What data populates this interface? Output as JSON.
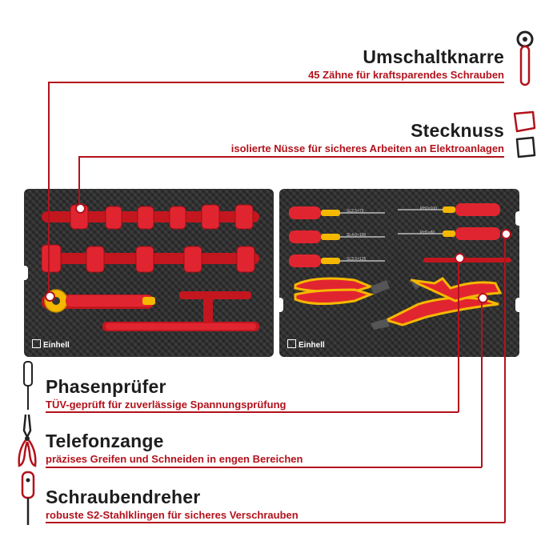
{
  "brand": "Einhell",
  "colors": {
    "accent": "#b3121c",
    "tray": "#2b2b2b",
    "insulation_red": "#d5202a",
    "insulation_yellow": "#f5b800"
  },
  "features": {
    "ratchet": {
      "title": "Umschaltknarre",
      "subtitle": "45 Zähne für kraftsparendes Schrauben",
      "icon": "ratchet-icon"
    },
    "socket": {
      "title": "Stecknuss",
      "subtitle": "isolierte Nüsse für sicheres Arbeiten an Elektroanlagen",
      "icon": "socket-icon"
    },
    "tester": {
      "title": "Phasenprüfer",
      "subtitle": "TÜV-geprüft für zuverlässige Spannungsprüfung",
      "icon": "voltage-tester-icon"
    },
    "pliers": {
      "title": "Telefonzange",
      "subtitle": "präzises Greifen und Schneiden in engen Bereichen",
      "icon": "pliers-icon"
    },
    "screwdriver": {
      "title": "Schraubendreher",
      "subtitle": "robuste S2-Stahlklingen für sicheres Verschrauben",
      "icon": "screwdriver-icon"
    }
  },
  "tray_labels": {
    "sl2": "SL2.5×75",
    "ph2": "PH2×100",
    "sl4": "SL4.0×100",
    "ph1": "PH1×80",
    "sl35": "SL3.5×125"
  }
}
